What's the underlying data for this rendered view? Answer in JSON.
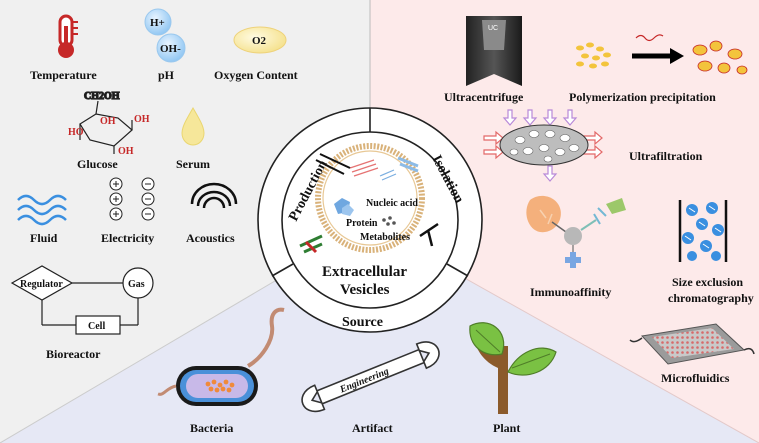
{
  "production": {
    "title": "Production",
    "items": {
      "temperature": "Temperature",
      "ph": "pH",
      "h_plus": "H+",
      "oh_minus": "OH-",
      "oxygen_symbol": "O2",
      "oxygen": "Oxygen Content",
      "glucose_formula": "CH2OH",
      "oh_group": "OH",
      "ho_group": "HO",
      "glucose": "Glucose",
      "serum": "Serum",
      "fluid": "Fluid",
      "electricity": "Electricity",
      "acoustics": "Acoustics",
      "regulator": "Regulator",
      "gas": "Gas",
      "cell": "Cell",
      "bioreactor": "Bioreactor"
    }
  },
  "isolation": {
    "title": "Isolation",
    "items": {
      "uc_tag": "UC",
      "ultracentrifuge": "Ultracentrifuge",
      "polymerization": "Polymerization precipitation",
      "ultrafiltration": "Ultrafiltration",
      "immunoaffinity": "Immunoaffinity",
      "size_exclusion_1": "Size exclusion",
      "size_exclusion_2": "chromatography",
      "microfluidics": "Microfluidics"
    }
  },
  "source": {
    "title": "Source",
    "items": {
      "bacteria": "Bacteria",
      "artifact": "Artifact",
      "engineering": "Engineering",
      "plant": "Plant"
    }
  },
  "center": {
    "line1": "Extracellular",
    "line2": "Vesicles",
    "nucleic_acid": "Nucleic acid",
    "protein": "Protein",
    "metabolites": "Metabolites"
  },
  "colors": {
    "production_bg": "#f0f0f0",
    "isolation_bg": "#fdeaea",
    "source_bg": "#e6e8f5",
    "blue_icon": "#3a8fe0",
    "red_icon": "#d23a2a",
    "vesicle_ring": "#d9b27a"
  }
}
